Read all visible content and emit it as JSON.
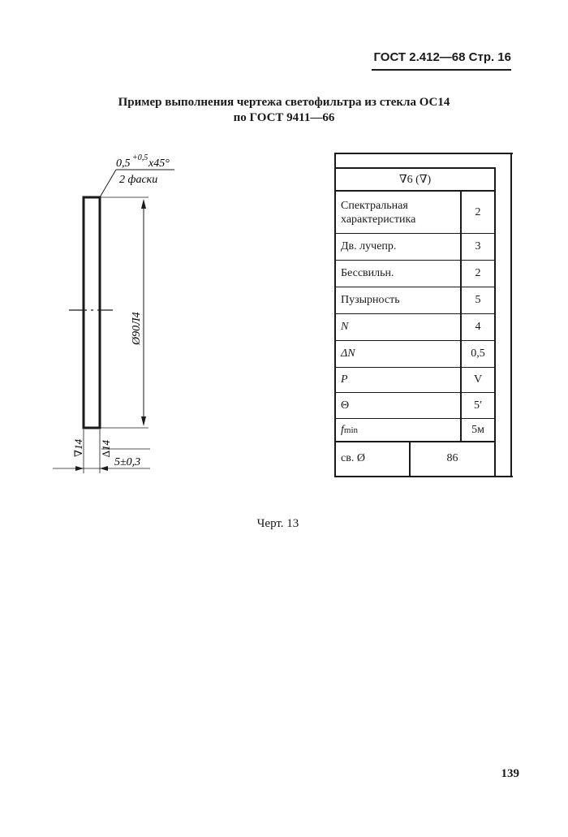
{
  "header": {
    "text": "ГОСТ 2.412—68 Стр. 16"
  },
  "title": {
    "line1": "Пример выполнения чертежа светофильтра из стекла ОС14",
    "line2": "по ГОСТ 9411—66"
  },
  "drawing": {
    "chamfer_base": "0,5",
    "chamfer_tol": "+0,5",
    "chamfer_angle": "x45°",
    "chamfer_note": "2 фаски",
    "diameter": "Ø90Л4",
    "roughness_left": "∇14",
    "roughness_right": "∆14",
    "thickness": "5±0,3"
  },
  "table": {
    "header": "∇6 (∇)",
    "rows": [
      {
        "label_line1": "Спектральная",
        "label_line2": "характеристика",
        "value": "2"
      },
      {
        "label": "Дв. лучепр.",
        "value": "3"
      },
      {
        "label": "Бессвильн.",
        "value": "2"
      },
      {
        "label": "Пузырность",
        "value": "5"
      },
      {
        "label": "N",
        "value": "4"
      },
      {
        "label": "ΔN",
        "value": "0,5"
      },
      {
        "label": "P",
        "value": "V"
      },
      {
        "label": "Θ",
        "value": "5′"
      },
      {
        "label": "f",
        "label_sub": "min",
        "value": "5м"
      }
    ],
    "last_row": {
      "label": "св. Ø",
      "value": "86"
    }
  },
  "caption": "Черт. 13",
  "page_number": "139"
}
